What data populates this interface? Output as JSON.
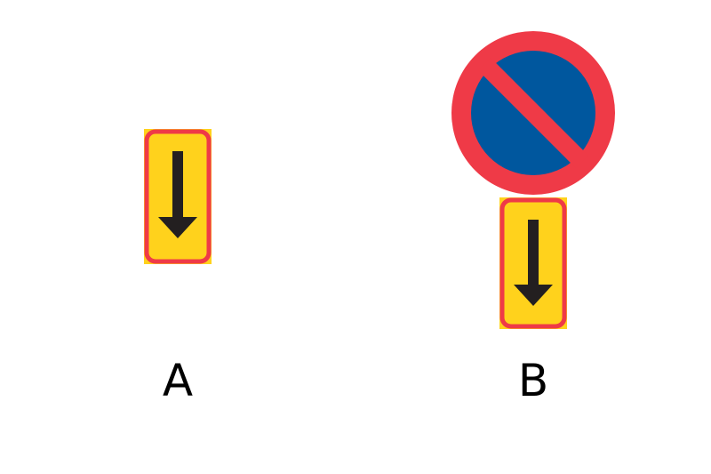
{
  "figure": {
    "options": [
      {
        "label": "A",
        "signs": [
          "down-arrow-plate"
        ]
      },
      {
        "label": "B",
        "signs": [
          "no-parking-sign",
          "down-arrow-plate"
        ]
      }
    ]
  },
  "colors": {
    "background": "#ffffff",
    "plate_fill": "#ffd21c",
    "plate_border": "#ef3a47",
    "arrow": "#231f20",
    "sign_ring": "#ef3a47",
    "sign_field": "#00579e"
  }
}
